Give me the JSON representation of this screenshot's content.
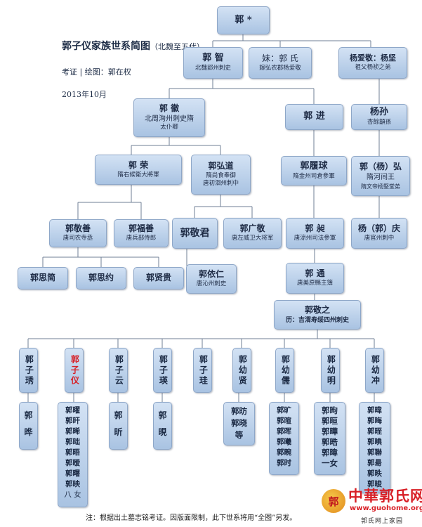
{
  "title": "郭子仪家族世系简图",
  "title_suffix": "（北魏至五代）",
  "credit": "考证 | 绘图：郭在权",
  "date": "2013年10月",
  "footnote": "注：根据出土墓志铭考证。因版面限制，此下世系将用“全图”另发。",
  "logo": {
    "name": "中華郭氏网",
    "url": "www.guohome.org",
    "caption": "郭氏网上家园",
    "seal_text": "郭"
  },
  "colors": {
    "box_top": "#d3e2f4",
    "box_bottom": "#a9c3e2",
    "line": "#6f7f95",
    "highlight": "#d6232a",
    "logo_red": "#d81f26"
  },
  "nodes": {
    "root": {
      "name": "郭 *"
    },
    "guozhi": {
      "name": "郭 智",
      "sub": "北魏郢州刺史"
    },
    "meishi": {
      "name": "妹：郭 氏",
      "sub": "嫁弘农郡杨爱敬"
    },
    "yangaijing": {
      "name": "杨爱敬：杨坚",
      "sub": "祖父杨祯之弟"
    },
    "guohui": {
      "name": "郭 徽",
      "sub": "北周洵州刺史隋",
      "sub2": "太仆卿"
    },
    "guojin": {
      "name": "郭 进"
    },
    "yangsun": {
      "name": "杨孙",
      "sub": "杏餘龥孫"
    },
    "guorong": {
      "name": "郭 荣",
      "sub": "隋右候衛大將軍"
    },
    "guohongdao": {
      "name": "郭弘道",
      "sub": "隋尚食奉御",
      "sub2": "唐初洄州刺中"
    },
    "guolvqiu": {
      "name": "郭履球",
      "sub": "隋金州司倉參軍"
    },
    "guoyanghong": {
      "name": "郭（杨）弘",
      "sub": "隋河间王",
      "sub2": "隋文帝杨堅堂弟"
    },
    "guojingshan": {
      "name": "郭敬善",
      "sub": "唐司农寺丞"
    },
    "guofushan": {
      "name": "郭福善",
      "sub": "唐兵部侍郎"
    },
    "guojingjun": {
      "name": "郭敬君"
    },
    "guoguangjing": {
      "name": "郭广敬",
      "sub": "唐左威卫大将军"
    },
    "guochang": {
      "name": "郭 昶",
      "sub": "唐涼州司法參軍"
    },
    "yangguoqing": {
      "name": "杨（郭）庆",
      "sub": "唐官州刺中"
    },
    "guosijian": {
      "name": "郭思简"
    },
    "guosiyue": {
      "name": "郭思约"
    },
    "guoxiangui": {
      "name": "郭贤贵"
    },
    "guoyiren": {
      "name": "郭依仁",
      "sub": "唐沁州刺史"
    },
    "guotong": {
      "name": "郭 通",
      "sub": "唐美原縣主簿"
    },
    "guojingzhi": {
      "name": "郭敬之",
      "sub": "历：吉渭寿绥四州刺史"
    }
  },
  "sons": [
    {
      "name": "郭子琇",
      "kids": [
        "郭",
        "晔"
      ]
    },
    {
      "name": "郭子仪",
      "highlight": true,
      "kids": [
        "郭曜",
        "郭旰",
        "郭晞",
        "郭昢",
        "郭晤",
        "郭暧",
        "郭曙",
        "郭映",
        "八 女"
      ]
    },
    {
      "name": "郭子云",
      "kids": [
        "郭",
        "昕"
      ]
    },
    {
      "name": "郭子瑛",
      "kids": [
        "郭",
        "晛"
      ]
    },
    {
      "name": "郭子珪",
      "kids": []
    },
    {
      "name": "郭幼贤",
      "kids": [
        "郭昉",
        "郭晓",
        "等"
      ]
    },
    {
      "name": "郭幼儒",
      "kids": [
        "郭旷",
        "郭暄",
        "郭晖",
        "郭曦",
        "郭畹",
        "郭时"
      ]
    },
    {
      "name": "郭幼明",
      "kids": [
        "郭昫",
        "郭晅",
        "郭曄",
        "郭晧",
        "郭暐",
        "一女"
      ]
    },
    {
      "name": "郭幼冲",
      "kids": [
        "郭暐",
        "郭晦",
        "郭晊",
        "郭晪",
        "郭聯",
        "郭昜",
        "郭昳",
        "郭晙"
      ]
    }
  ]
}
